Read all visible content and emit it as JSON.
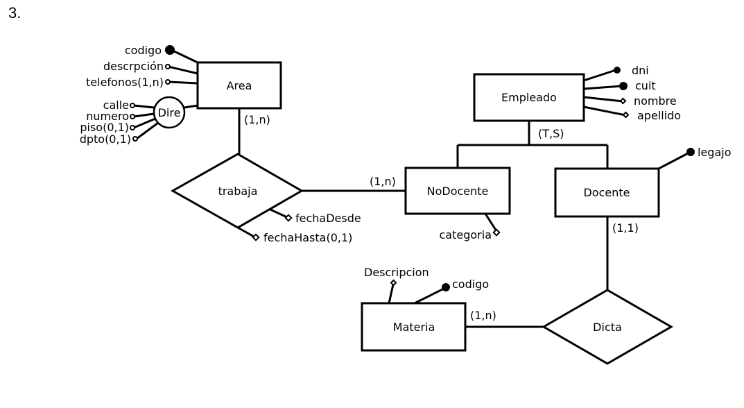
{
  "heading": "3.",
  "entities": {
    "area": "Area",
    "empleado": "Empleado",
    "nodocente": "NoDocente",
    "docente": "Docente",
    "materia": "Materia"
  },
  "relationships": {
    "trabaja": "trabaja",
    "dicta": "Dicta"
  },
  "composite": {
    "dire": "Dire"
  },
  "attributes": {
    "area_codigo": "codigo",
    "area_descripcion": "descrpción",
    "area_telefonos": "telefonos(1,n)",
    "dire_calle": "calle",
    "dire_numero": "numero",
    "dire_piso": "piso(0,1)",
    "dire_dpto": "dpto(0,1)",
    "empleado_dni": "dni",
    "empleado_cuit": "cuit",
    "empleado_nombre": "nombre",
    "empleado_apellido": "apellido",
    "docente_legajo": "legajo",
    "nodocente_categoria": "categoria",
    "trabaja_fechaDesde": "fechaDesde",
    "trabaja_fechaHasta": "fechaHasta(0,1)",
    "materia_descripcion": "Descripcion",
    "materia_codigo": "codigo"
  },
  "cardinalities": {
    "area_trabaja": "(1,n)",
    "nodocente_trabaja": "(1,n)",
    "empleado_hierarchy": "(T,S)",
    "docente_dicta": "(1,1)",
    "materia_dicta": "(1,n)"
  }
}
